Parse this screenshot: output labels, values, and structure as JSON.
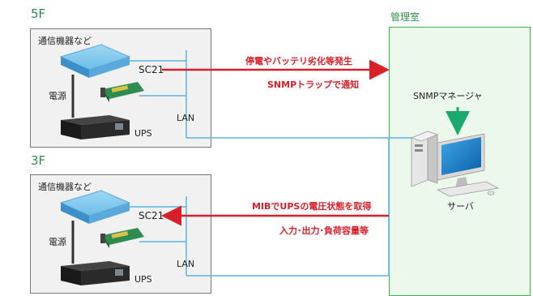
{
  "floors": {
    "top": {
      "label": "5F",
      "devices_label": "通信機器など",
      "sc21": "SC21",
      "power": "電源",
      "lan": "LAN",
      "ups": "UPS"
    },
    "bottom": {
      "label": "3F",
      "devices_label": "通信機器など",
      "sc21": "SC21",
      "power": "電源",
      "lan": "LAN",
      "ups": "UPS"
    }
  },
  "management": {
    "label": "管理室",
    "snmp_manager": "SNMPマネージャ",
    "server": "サーバ"
  },
  "arrows": {
    "trap_line1": "停電やバッテリ劣化等発生",
    "trap_line2": "SNMPトラップで通知",
    "get_line1": "MIBでUPSの電圧状態を取得",
    "get_line2": "入力･出力･負荷容量等"
  },
  "colors": {
    "floor_label": "#2e8f4a",
    "lan": "#5ab4e3",
    "arrow": "#d9202a",
    "management_border": "#39b54a",
    "management_fill": "#ecf8ec"
  }
}
